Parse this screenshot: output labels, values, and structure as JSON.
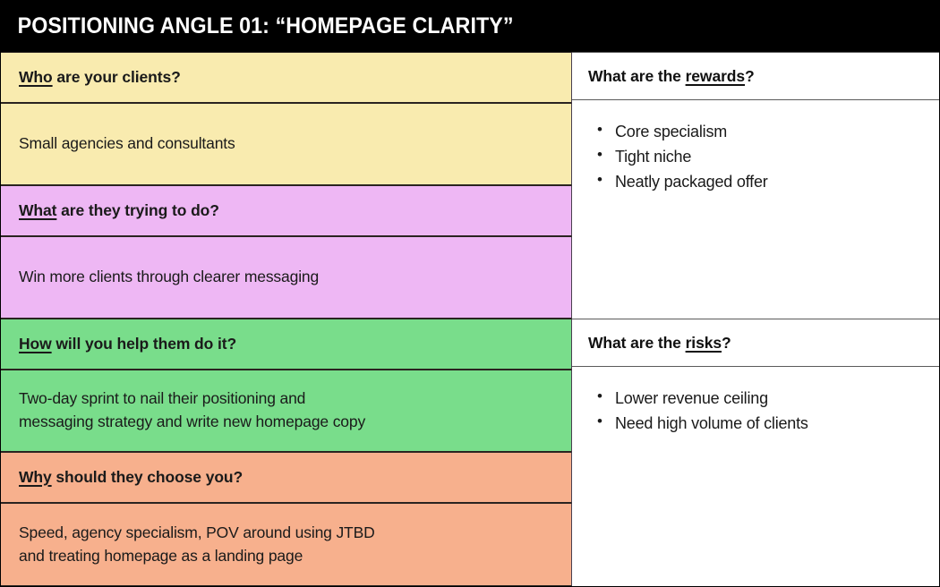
{
  "header": {
    "title": "POSITIONING ANGLE 01: “HOMEPAGE CLARITY”",
    "background_color": "#000000",
    "text_color": "#ffffff"
  },
  "left_column": {
    "blocks": [
      {
        "id": "who",
        "color": "#f9ebaf",
        "color_name": "yellow",
        "question_prefix": "Who",
        "question_rest": " are your clients?",
        "answer": "Small agencies and consultants"
      },
      {
        "id": "what",
        "color": "#eeb7f4",
        "color_name": "pink",
        "question_prefix": "What",
        "question_rest": " are they trying to do?",
        "answer": "Win more clients through clearer messaging"
      },
      {
        "id": "how",
        "color": "#79dd8b",
        "color_name": "green",
        "question_prefix": "How",
        "question_rest": " will you help them do it?",
        "answer": "Two-day sprint to nail their positioning and\nmessaging strategy and write new homepage copy"
      },
      {
        "id": "why",
        "color": "#f7b08d",
        "color_name": "peach",
        "question_prefix": "Why",
        "question_rest": " should they choose you?",
        "answer": "Speed, agency specialism, POV around using JTBD\nand treating homepage as a landing page"
      }
    ]
  },
  "right_column": {
    "panels": [
      {
        "id": "rewards",
        "heading_prefix": "What are the ",
        "heading_keyword": "rewards",
        "heading_suffix": "?",
        "items": [
          "Core specialism",
          "Tight niche",
          "Neatly packaged offer"
        ]
      },
      {
        "id": "risks",
        "heading_prefix": "What are the ",
        "heading_keyword": "risks",
        "heading_suffix": "?",
        "items": [
          "Lower revenue ceiling",
          "Need high volume of clients"
        ]
      }
    ]
  }
}
